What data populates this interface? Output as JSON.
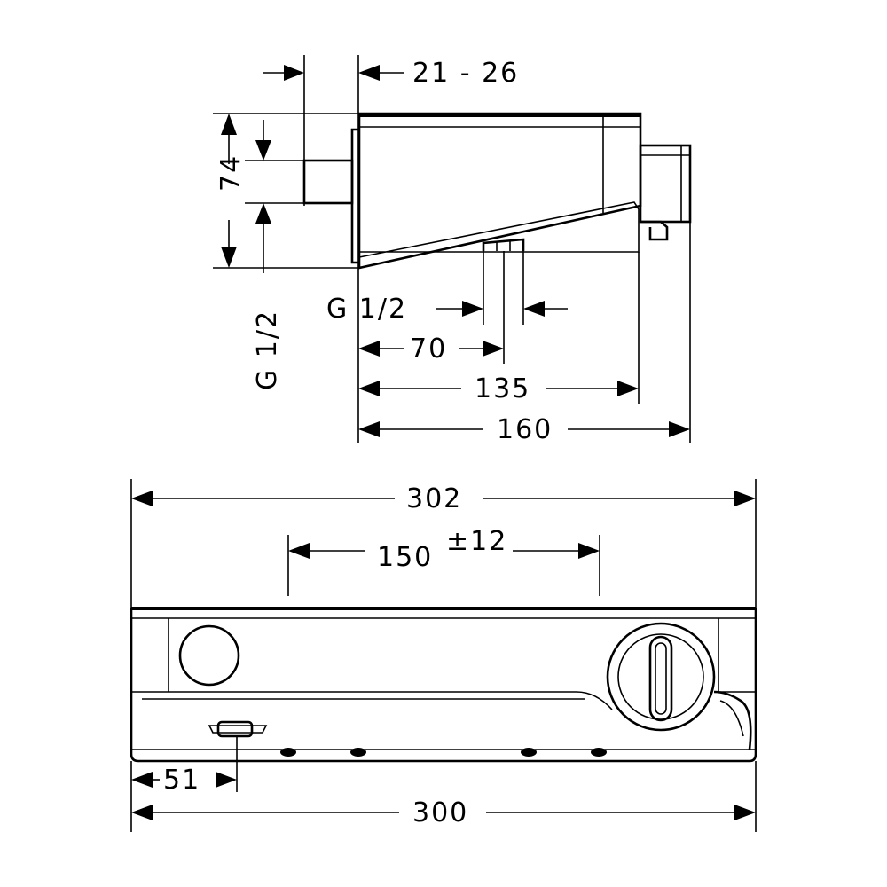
{
  "side_view": {
    "dim_21_26": "21 - 26",
    "dim_74": "74",
    "dim_g12_vertical": "G 1/2",
    "dim_g12_horizontal": "G 1/2",
    "dim_70": "70",
    "dim_135": "135",
    "dim_160": "160"
  },
  "front_view": {
    "dim_302": "302",
    "dim_150": "150",
    "dim_150_tol": "±12",
    "dim_51": "51",
    "dim_300": "300"
  }
}
